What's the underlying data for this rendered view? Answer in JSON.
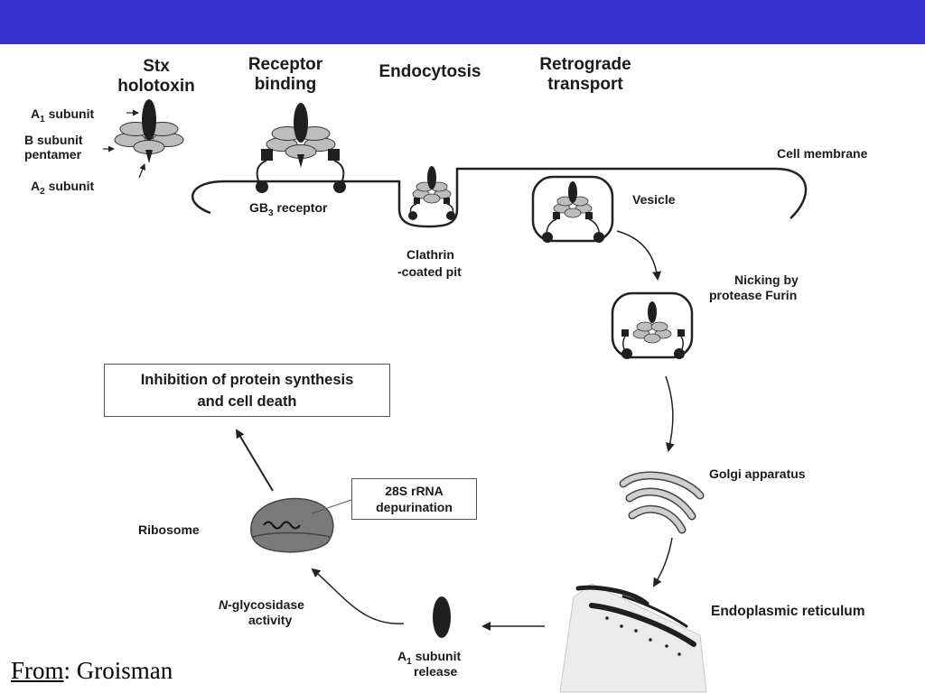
{
  "header": {
    "bar_color": "#3333cc"
  },
  "stages": {
    "stx_holotoxin": [
      "Stx",
      "holotoxin"
    ],
    "receptor_binding": [
      "Receptor",
      "binding"
    ],
    "endocytosis": "Endocytosis",
    "retrograde_transport": [
      "Retrograde",
      "transport"
    ]
  },
  "labels": {
    "a1_subunit": "A",
    "a1_sub_index": "1",
    "a1_subunit_tail": " subunit",
    "b_subunit_pentamer": [
      "B subunit",
      "pentamer"
    ],
    "a2_subunit": "A",
    "a2_sub_index": "2",
    "a2_subunit_tail": " subunit",
    "gb3_receptor": "GB",
    "gb3_sub_index": "3",
    "gb3_receptor_tail": " receptor",
    "cell_membrane": "Cell membrane",
    "clathrin_coated_pit": [
      "Clathrin",
      "-coated pit"
    ],
    "vesicle": "Vesicle",
    "nicking": [
      "Nicking by",
      "protease Furin"
    ],
    "golgi": "Golgi apparatus",
    "er": "Endoplasmic reticulum",
    "a1_release": "A",
    "a1_release_index": "1",
    "a1_release_tail": " subunit",
    "a1_release_line2": "release",
    "n_glycosidase": [
      "N",
      "-glycosidase",
      "activity"
    ],
    "ribosome": "Ribosome"
  },
  "boxes": {
    "inhibition": [
      "Inhibition of protein synthesis",
      "and cell death"
    ],
    "rrna": [
      "28S rRNA",
      "depurination"
    ]
  },
  "credit": {
    "prefix": "From",
    "separator": ": ",
    "author": "Groisman"
  }
}
